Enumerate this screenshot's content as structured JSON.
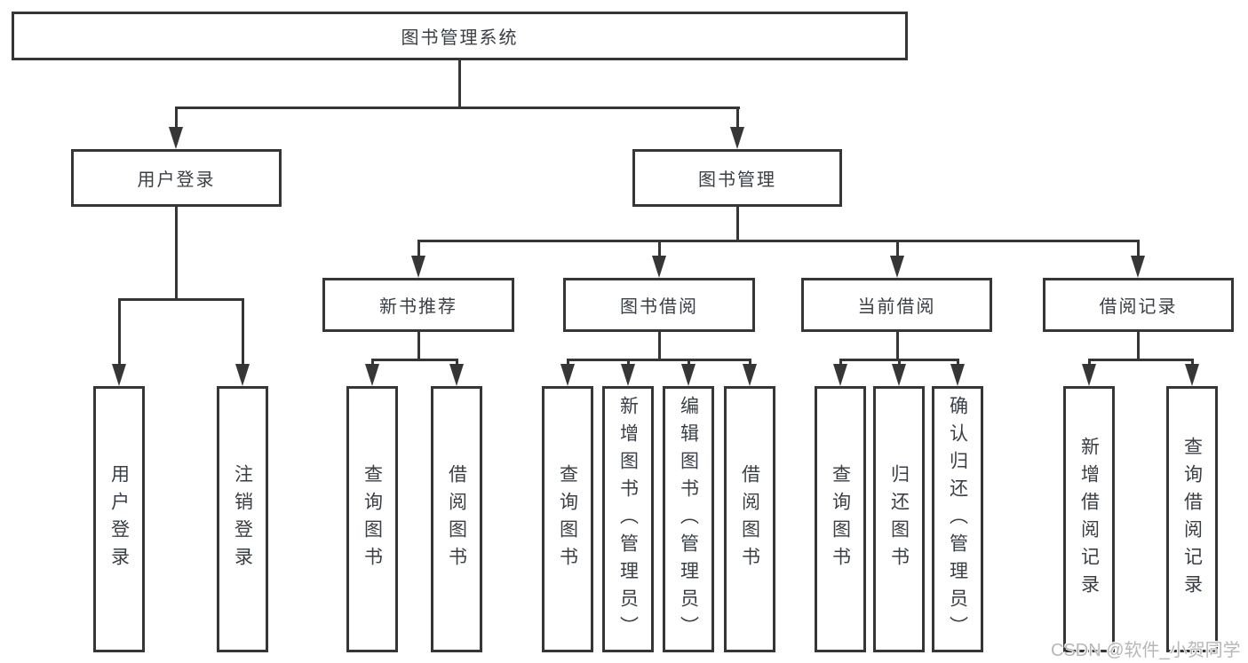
{
  "diagram": {
    "root": {
      "label": "图书管理系统"
    },
    "branches": [
      {
        "label": "用户登录",
        "children": [
          {
            "label": "用户登录"
          },
          {
            "label": "注销登录"
          }
        ]
      },
      {
        "label": "图书管理",
        "children": [
          {
            "label": "新书推荐",
            "children": [
              {
                "label": "查询图书"
              },
              {
                "label": "借阅图书"
              }
            ]
          },
          {
            "label": "图书借阅",
            "children": [
              {
                "label": "查询图书"
              },
              {
                "label": "新增图书（管理员）"
              },
              {
                "label": "编辑图书（管理员）"
              },
              {
                "label": "借阅图书"
              }
            ]
          },
          {
            "label": "当前借阅",
            "children": [
              {
                "label": "查询图书"
              },
              {
                "label": "归还图书"
              },
              {
                "label": "确认归还（管理员）"
              }
            ]
          },
          {
            "label": "借阅记录",
            "children": [
              {
                "label": "新增借阅记录"
              },
              {
                "label": "查询借阅记录"
              }
            ]
          }
        ]
      }
    ]
  },
  "watermark": {
    "text": "CSDN @软件_小贺同学"
  },
  "colors": {
    "line": "#363636",
    "text": "#3a3f45",
    "watermark": "#b7b7b7",
    "background": "#ffffff"
  }
}
